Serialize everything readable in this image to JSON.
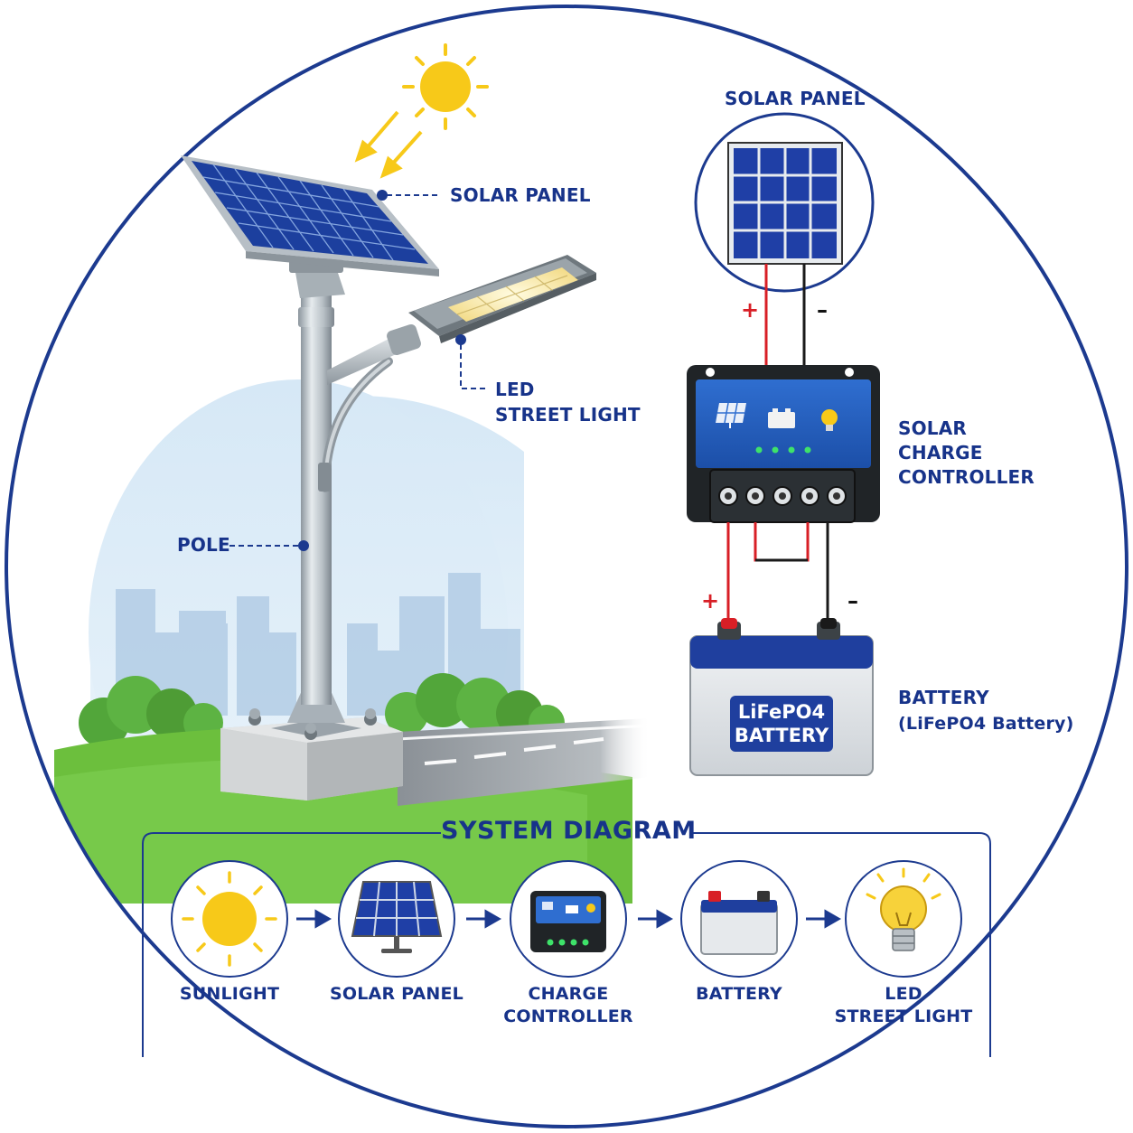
{
  "labels": {
    "pole_solar_panel": "SOLAR PANEL",
    "led_street_light_line1": "LED",
    "led_street_light_line2": "STREET LIGHT",
    "pole": "POLE",
    "wiring_solar_panel": "SOLAR PANEL",
    "controller_line1": "SOLAR",
    "controller_line2": "CHARGE",
    "controller_line3": "CONTROLLER",
    "battery_line1": "BATTERY",
    "battery_line2": "(LiFePO4 Battery)",
    "battery_plate_line1": "LiFePO4",
    "battery_plate_line2": "BATTERY",
    "panel_plus": "+",
    "panel_minus": "–",
    "battery_plus": "+",
    "battery_minus": "–"
  },
  "system_diagram": {
    "title": "SYSTEM DIAGRAM",
    "steps": [
      {
        "icon": "sun-icon",
        "line1": "SUNLIGHT",
        "line2": ""
      },
      {
        "icon": "solar-panel-icon",
        "line1": "SOLAR PANEL",
        "line2": ""
      },
      {
        "icon": "charge-controller-icon",
        "line1": "CHARGE",
        "line2": "CONTROLLER"
      },
      {
        "icon": "battery-icon",
        "line1": "BATTERY",
        "line2": ""
      },
      {
        "icon": "light-bulb-icon",
        "line1": "LED",
        "line2": "STREET LIGHT"
      }
    ]
  },
  "colors": {
    "navy": "#17338a",
    "panel_blue": "#1f3fa6",
    "sun_yellow": "#f7c919",
    "wire_red": "#d81f26",
    "wire_black": "#1a1a1a",
    "led_green": "#3ee26a"
  }
}
